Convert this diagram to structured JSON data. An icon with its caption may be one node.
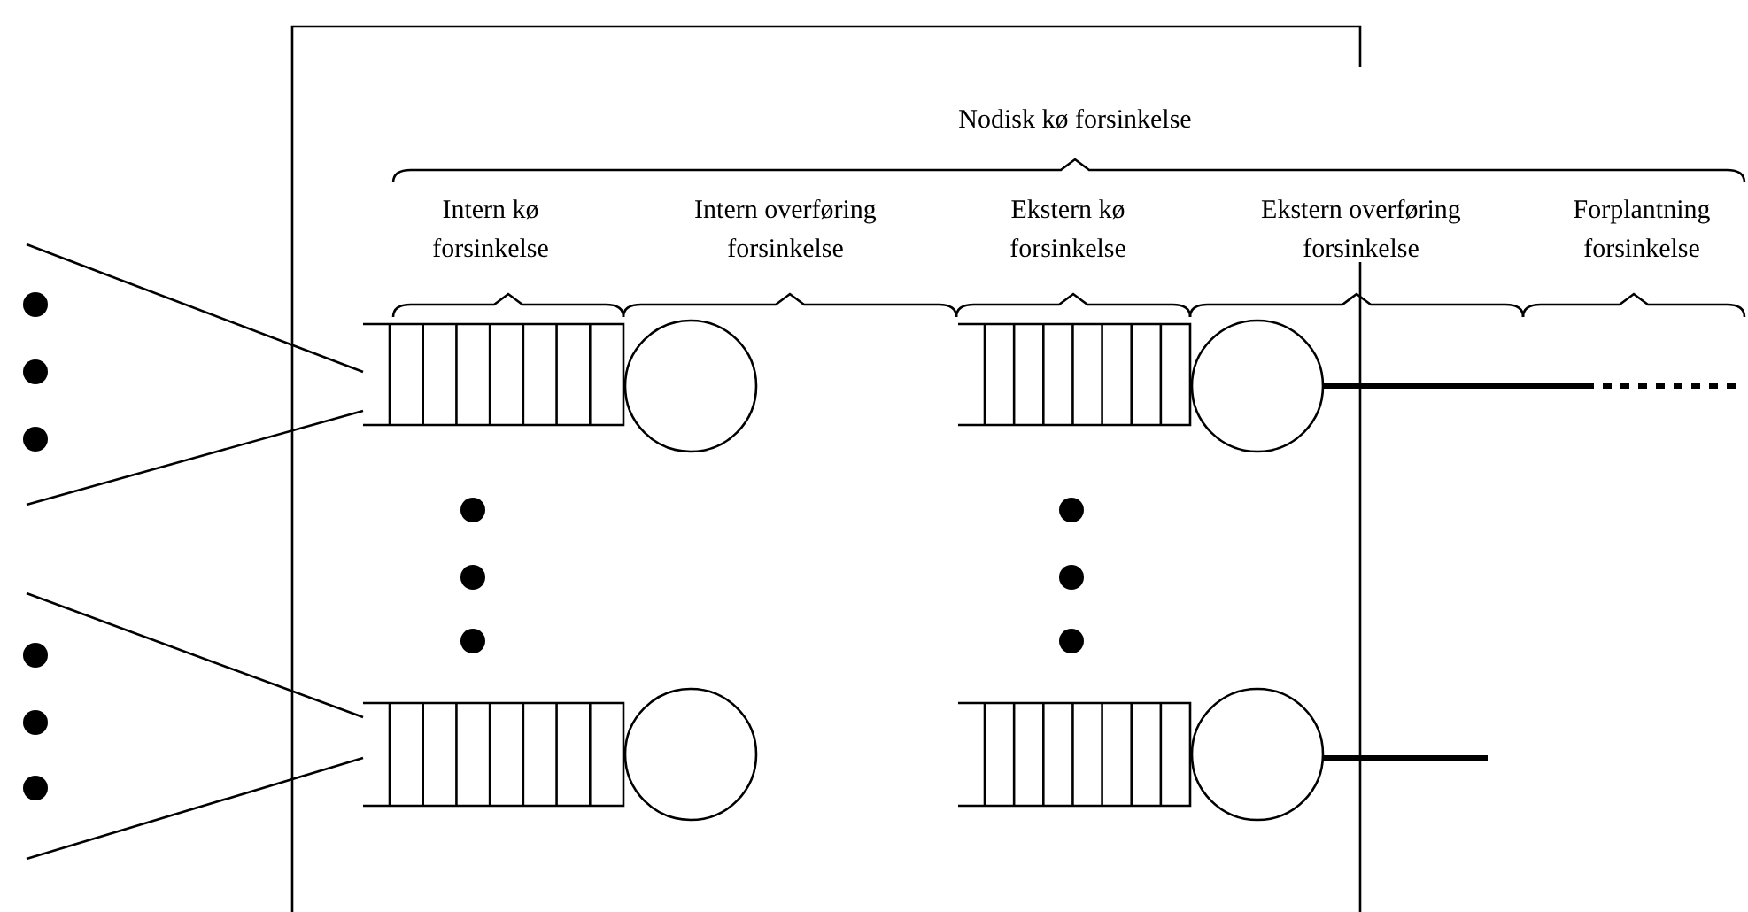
{
  "diagram": {
    "labels": [
      "Nodisk kø forsinkelse",
      "Intern kø forsinkelse",
      "Intern overføring forsinkelse",
      "Ekstern kø forsinkelse",
      "Ekstern overføring forsinkelse",
      "Forplantning forsinkelse"
    ]
  }
}
